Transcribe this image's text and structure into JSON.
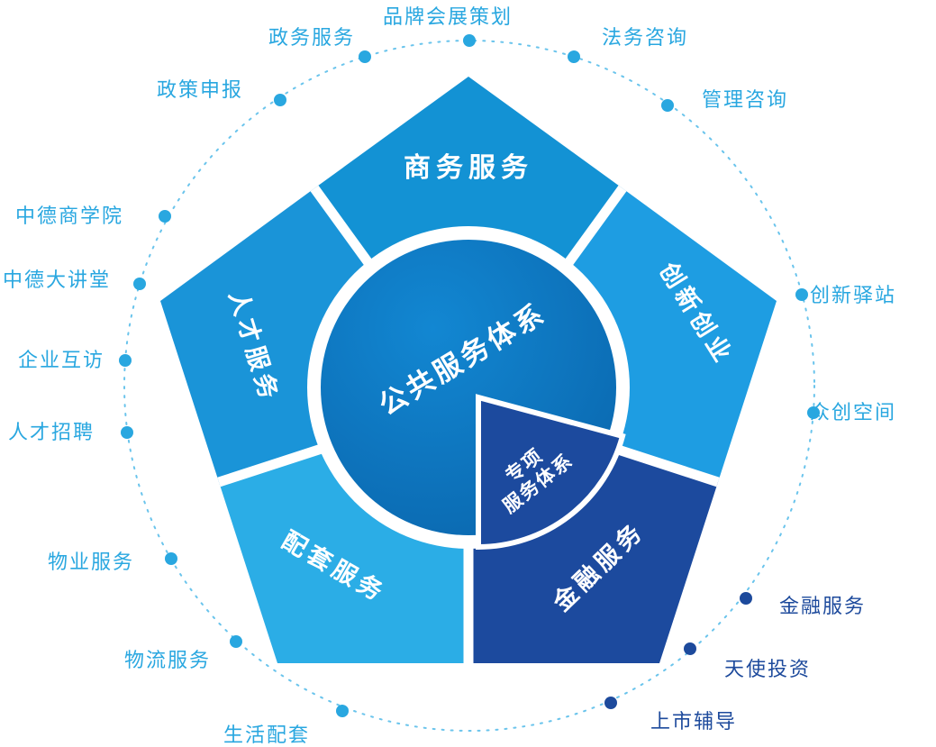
{
  "diagram": {
    "center": {
      "label": "公共服务体系"
    },
    "wedge": {
      "line1": "专项",
      "line2": "服务体系"
    },
    "sectors": {
      "business": "商务服务",
      "innovation": "创新创业",
      "finance": "金融服务",
      "support": "配套服务",
      "talent": "人才服务"
    },
    "satellites": [
      "品牌会展策划",
      "政务服务",
      "法务咨询",
      "政策申报",
      "管理咨询",
      "中德商学院",
      "创新驿站",
      "中德大讲堂",
      "企业互访",
      "众创空间",
      "人才招聘",
      "物业服务",
      "物流服务",
      "生活配套",
      "金融服务",
      "天使投资",
      "上市辅导"
    ],
    "colors": {
      "sector_business": "#1392d4",
      "sector_innovation": "#1e9de2",
      "sector_finance": "#1c4a9e",
      "sector_support": "#2bade6",
      "sector_talent": "#1a94d8",
      "center_circle": "#0c70b8",
      "special_wedge": "#1c4a9e",
      "label_light": "#29a7e0",
      "label_dark": "#1d4a9c",
      "dashed_ring": "#6ac4ec"
    }
  }
}
